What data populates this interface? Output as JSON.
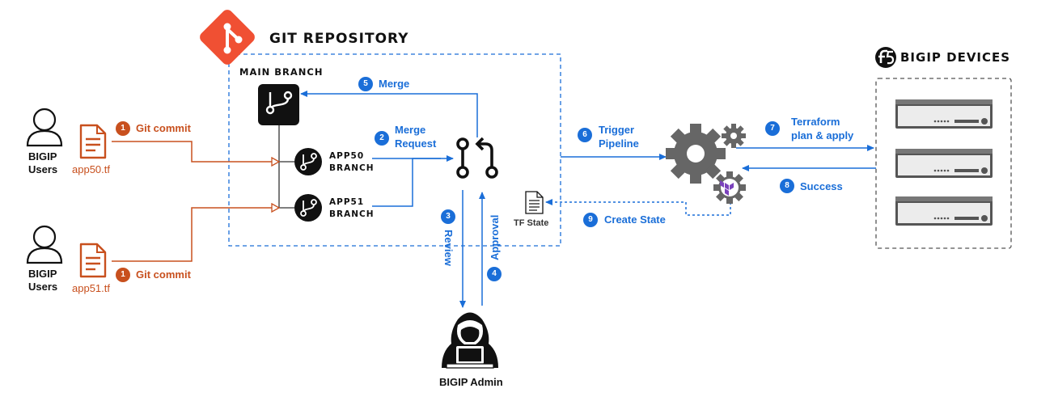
{
  "repo": {
    "title": "GIT REPOSITORY",
    "main_branch": "MAIN BRANCH",
    "app50_branch": [
      "APP50",
      "BRANCH"
    ],
    "app51_branch": [
      "APP51",
      "BRANCH"
    ]
  },
  "devices": {
    "title": "BIGIP DEVICES"
  },
  "users": [
    {
      "label": [
        "BIGIP",
        "Users"
      ],
      "file": "app50.tf",
      "step": "1",
      "action": "Git commit"
    },
    {
      "label": [
        "BIGIP",
        "Users"
      ],
      "file": "app51.tf",
      "step": "1",
      "action": "Git commit"
    }
  ],
  "steps": [
    {
      "num": "2",
      "label": [
        "Merge",
        "Request"
      ]
    },
    {
      "num": "3",
      "label": "Review"
    },
    {
      "num": "4",
      "label": "Approval"
    },
    {
      "num": "5",
      "label": "Merge"
    },
    {
      "num": "6",
      "label": [
        "Trigger",
        "Pipeline"
      ]
    },
    {
      "num": "7",
      "label": [
        "Terraform",
        "plan & apply"
      ]
    },
    {
      "num": "8",
      "label": "Success"
    },
    {
      "num": "9",
      "label": "Create State"
    }
  ],
  "tf_state": "TF State",
  "admin": "BIGIP Admin",
  "colors": {
    "blue": "#1a6ed8",
    "orange": "#c8501e",
    "git": "#f05033",
    "terraform": "#7b42bc"
  },
  "icons": [
    "git-logo-icon",
    "branch-icon",
    "pull-request-icon",
    "user-icon",
    "file-icon",
    "gears-icon",
    "terraform-icon",
    "server-icon",
    "hacker-icon",
    "f5-logo-icon"
  ]
}
